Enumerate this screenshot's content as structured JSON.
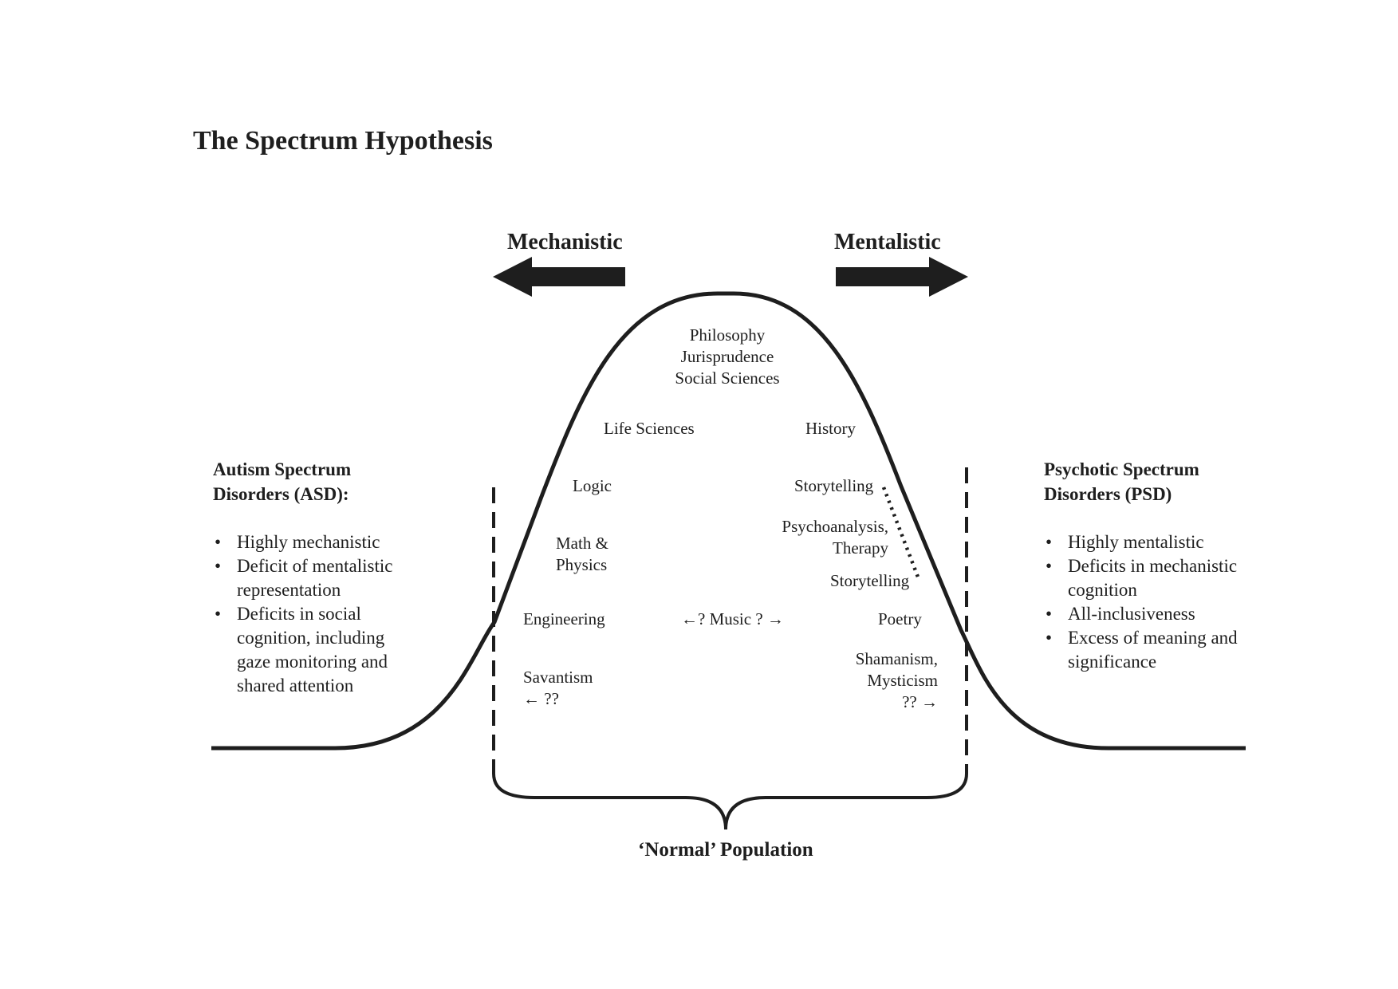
{
  "title": "The Spectrum Hypothesis",
  "directions": {
    "left": "Mechanistic",
    "right": "Mentalistic"
  },
  "left_box": {
    "header": [
      "Autism Spectrum",
      "Disorders (ASD):"
    ],
    "bullets": [
      [
        "Highly mechanistic"
      ],
      [
        "Deficit of mentalistic",
        "representation"
      ],
      [
        "Deficits in social",
        "cognition, including",
        "gaze monitoring and",
        "shared attention"
      ]
    ]
  },
  "right_box": {
    "header": [
      "Psychotic Spectrum",
      "Disorders (PSD)"
    ],
    "bullets": [
      [
        "Highly mentalistic"
      ],
      [
        "Deficits in mechanistic",
        "cognition"
      ],
      [
        "All-inclusiveness"
      ],
      [
        "Excess of meaning and",
        "significance"
      ]
    ]
  },
  "curve_labels": {
    "top": [
      "Philosophy",
      "Jurisprudence",
      "Social Sciences"
    ],
    "life_sciences": "Life Sciences",
    "history": "History",
    "logic": "Logic",
    "storytelling_1": "Storytelling",
    "math_physics": [
      "Math &",
      "Physics"
    ],
    "psychoanalysis": [
      "Psychoanalysis,",
      "Therapy"
    ],
    "storytelling_2": "Storytelling",
    "engineering": "Engineering",
    "music": "←? Music ? →",
    "poetry": "Poetry",
    "savantism": [
      "Savantism",
      "← ??"
    ],
    "shamanism": [
      "Shamanism,",
      "Mysticism",
      "?? →"
    ]
  },
  "bullet_char": "•",
  "population_label": "‘Normal’ Population",
  "colors": {
    "ink": "#1e1e1e",
    "background": "#ffffff"
  }
}
